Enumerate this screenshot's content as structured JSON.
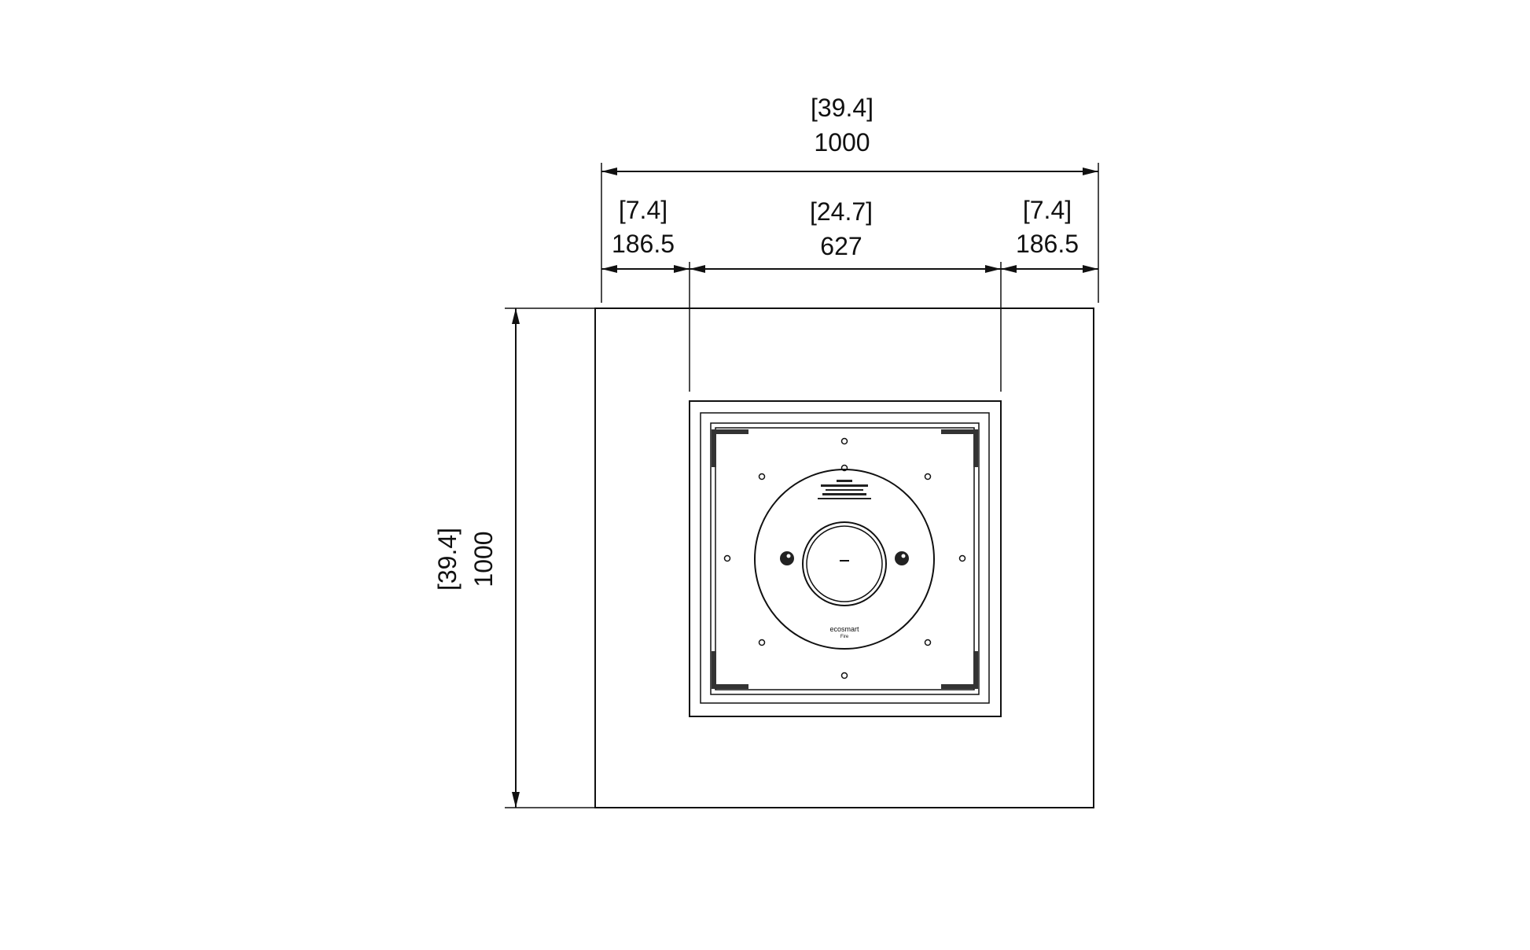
{
  "dimensions": {
    "overall_width": {
      "inches": "[39.4]",
      "mm": "1000"
    },
    "left_margin": {
      "inches": "[7.4]",
      "mm": "186.5"
    },
    "opening_width": {
      "inches": "[24.7]",
      "mm": "627"
    },
    "right_margin": {
      "inches": "[7.4]",
      "mm": "186.5"
    },
    "overall_depth": {
      "inches": "[39.4]",
      "mm": "1000"
    }
  },
  "burner": {
    "brand_text": "ecosmart",
    "brand_sub": "Fire"
  },
  "colors": {
    "line": "#111111",
    "background": "#ffffff"
  }
}
